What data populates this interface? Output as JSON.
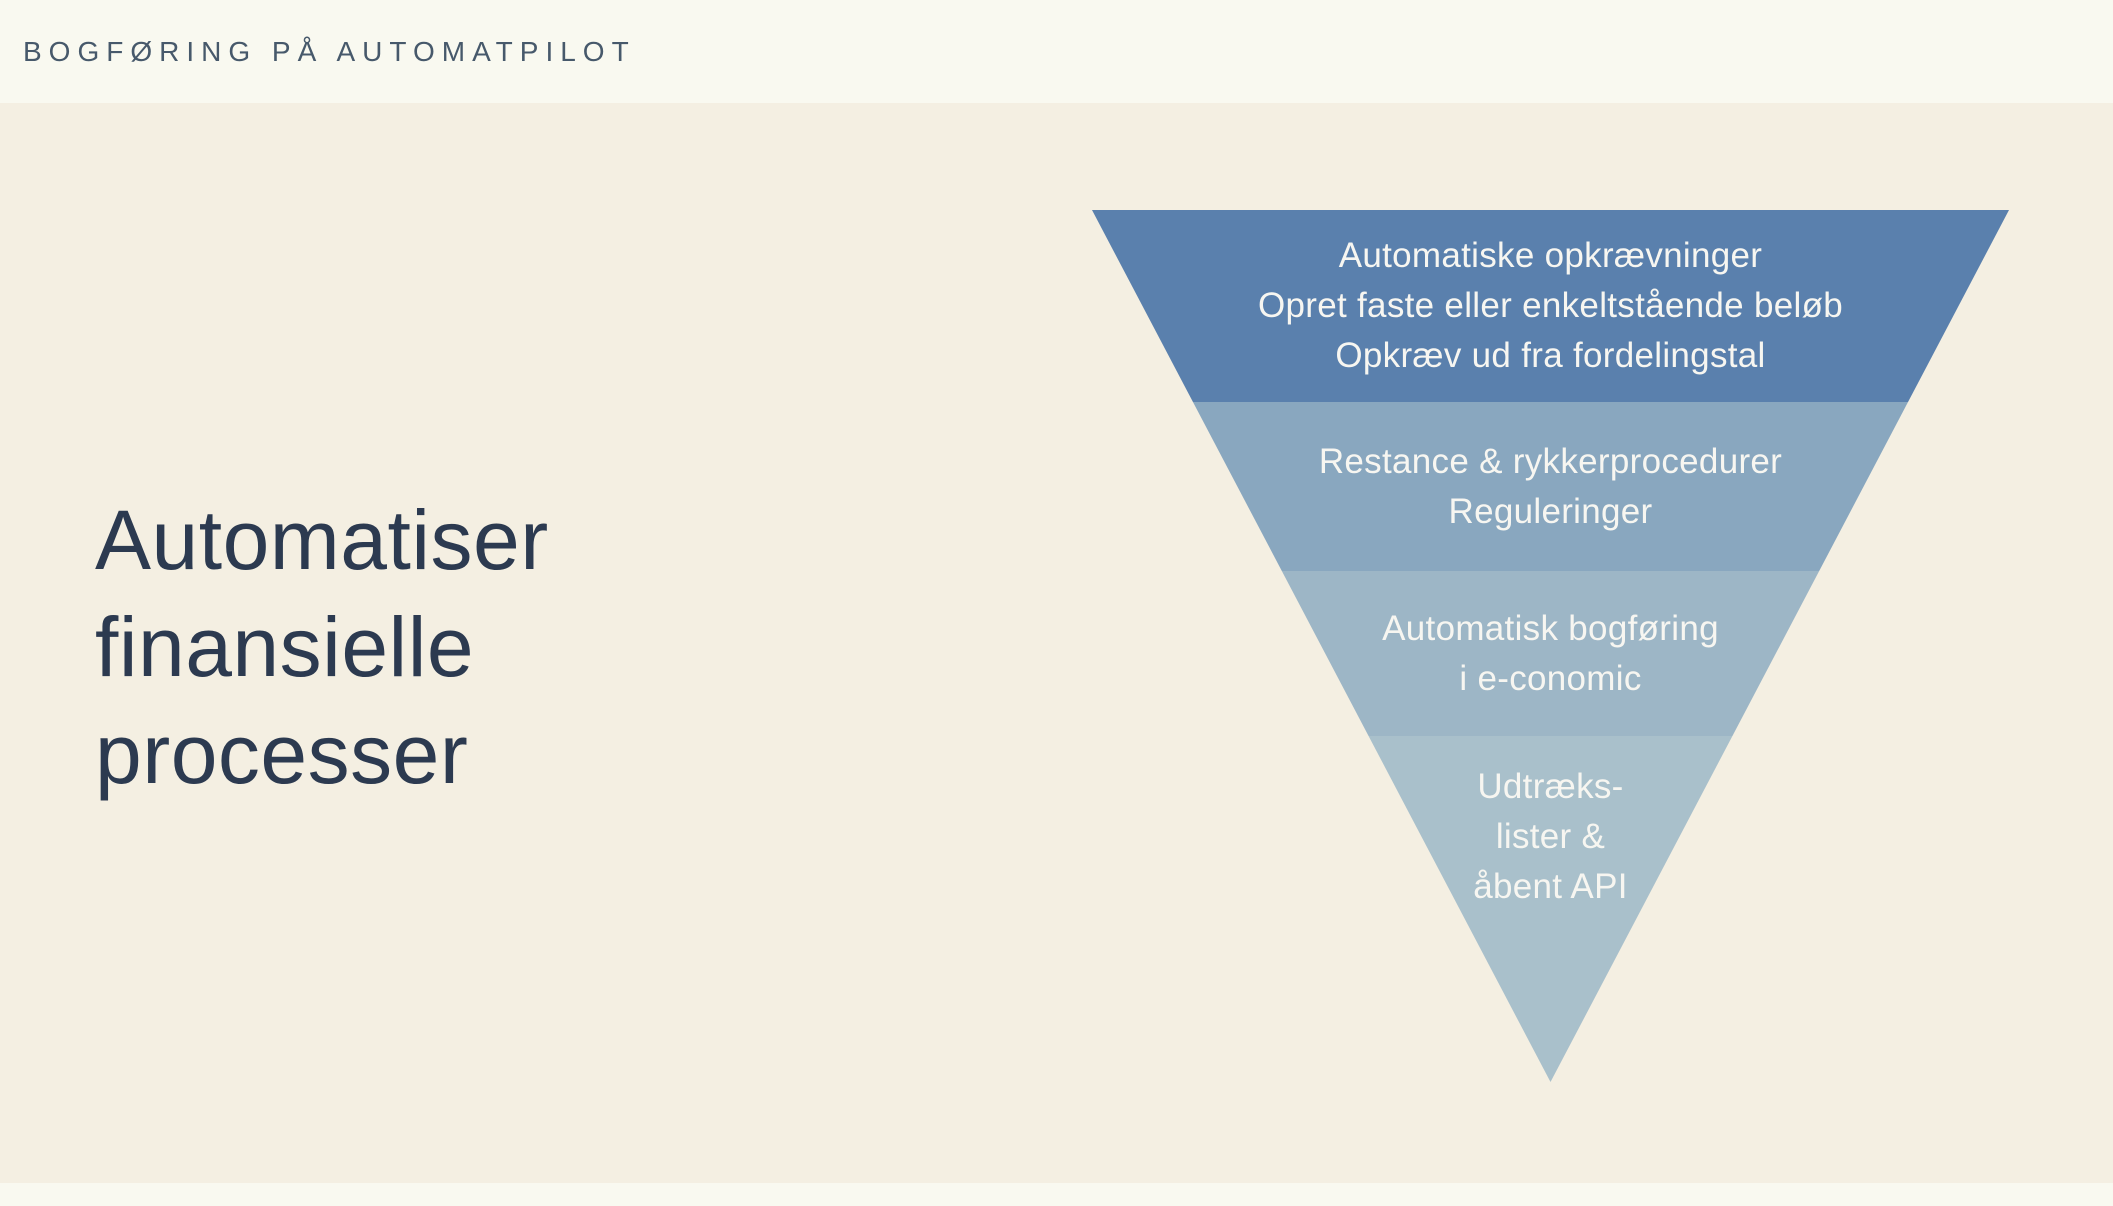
{
  "header": {
    "label": "BOGFØRING PÅ AUTOMATPILOT"
  },
  "main": {
    "heading_lines": [
      "Automatiser",
      "finansielle",
      "processer"
    ]
  },
  "funnel": {
    "type": "inverted-pyramid",
    "text_color": "#f7f6f1",
    "tiers": [
      {
        "color": "#5a80ad",
        "lines": [
          "Automatiske opkrævninger",
          "Opret faste eller enkeltstående beløb",
          "Opkræv ud fra fordelingstal"
        ]
      },
      {
        "color": "#89a7bf",
        "lines": [
          "Restance & rykkerprocedurer",
          "Reguleringer"
        ]
      },
      {
        "color": "#9db6c6",
        "lines": [
          "Automatisk bogføring",
          "i e-conomic"
        ]
      },
      {
        "color": "#a9c0cb",
        "lines": [
          "Udtræks-",
          "lister &",
          "åbent API"
        ]
      }
    ]
  },
  "colors": {
    "page_bg": "#f9f9f0",
    "slide_bg": "#f4efe2",
    "heading": "#2c3a50",
    "eyebrow": "#47596b"
  }
}
